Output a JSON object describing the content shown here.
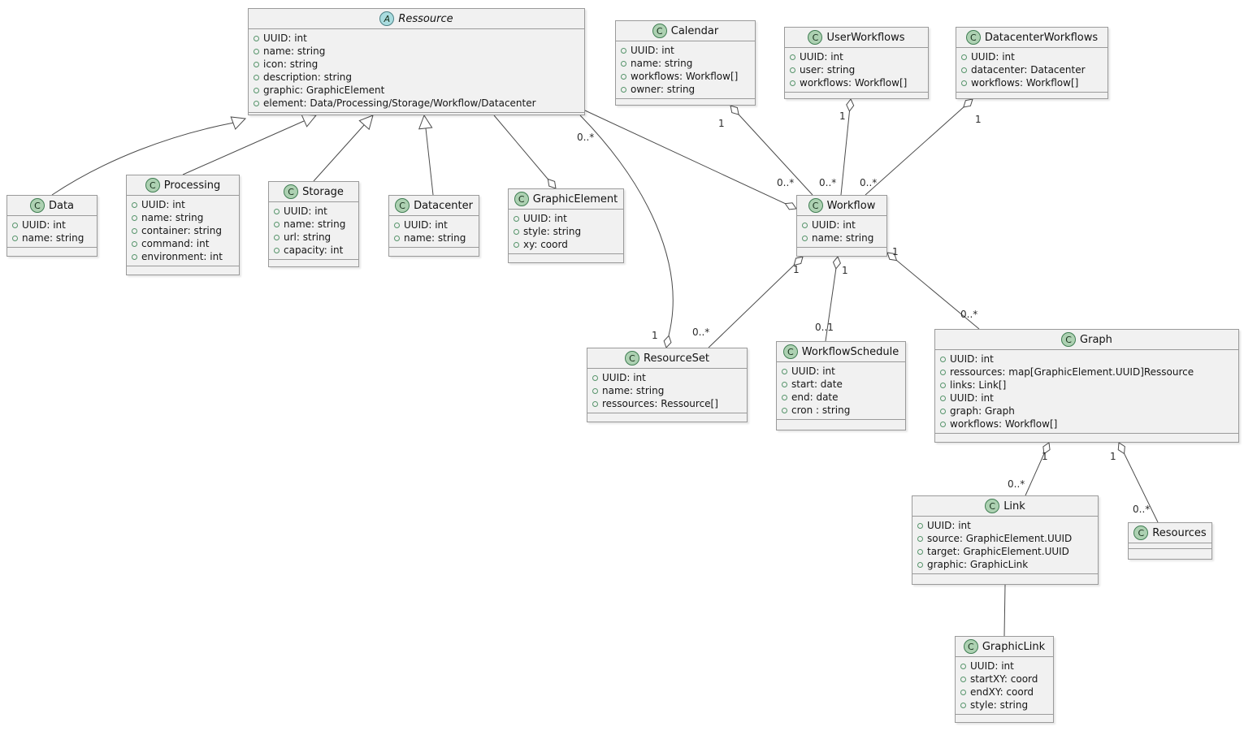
{
  "diagram": {
    "type": "uml-class-diagram",
    "classes": [
      {
        "id": "ressource",
        "stereotype": "abstract",
        "letter": "A",
        "name": "Ressource",
        "attributes": [
          "UUID: int",
          "name: string",
          "icon: string",
          "description: string",
          "graphic: GraphicElement",
          "element: Data/Processing/Storage/Workflow/Datacenter"
        ]
      },
      {
        "id": "calendar",
        "stereotype": "class",
        "letter": "C",
        "name": "Calendar",
        "attributes": [
          "UUID: int",
          "name: string",
          "workflows: Workflow[]",
          "owner: string"
        ]
      },
      {
        "id": "userworkflows",
        "stereotype": "class",
        "letter": "C",
        "name": "UserWorkflows",
        "attributes": [
          "UUID: int",
          "user: string",
          "workflows: Workflow[]"
        ]
      },
      {
        "id": "datacenterworkflows",
        "stereotype": "class",
        "letter": "C",
        "name": "DatacenterWorkflows",
        "attributes": [
          "UUID: int",
          "datacenter: Datacenter",
          "workflows: Workflow[]"
        ]
      },
      {
        "id": "data",
        "stereotype": "class",
        "letter": "C",
        "name": "Data",
        "attributes": [
          "UUID: int",
          "name: string"
        ]
      },
      {
        "id": "processing",
        "stereotype": "class",
        "letter": "C",
        "name": "Processing",
        "attributes": [
          "UUID: int",
          "name: string",
          "container: string",
          "command: int",
          "environment: int"
        ]
      },
      {
        "id": "storage",
        "stereotype": "class",
        "letter": "C",
        "name": "Storage",
        "attributes": [
          "UUID: int",
          "name: string",
          "url: string",
          "capacity: int"
        ]
      },
      {
        "id": "datacenter",
        "stereotype": "class",
        "letter": "C",
        "name": "Datacenter",
        "attributes": [
          "UUID: int",
          "name: string"
        ]
      },
      {
        "id": "graphicelement",
        "stereotype": "class",
        "letter": "C",
        "name": "GraphicElement",
        "attributes": [
          "UUID: int",
          "style: string",
          "xy: coord"
        ]
      },
      {
        "id": "workflow",
        "stereotype": "class",
        "letter": "C",
        "name": "Workflow",
        "attributes": [
          "UUID: int",
          "name: string"
        ]
      },
      {
        "id": "resourceset",
        "stereotype": "class",
        "letter": "C",
        "name": "ResourceSet",
        "attributes": [
          "UUID: int",
          "name: string",
          "ressources: Ressource[]"
        ]
      },
      {
        "id": "workflowschedule",
        "stereotype": "class",
        "letter": "C",
        "name": "WorkflowSchedule",
        "attributes": [
          "UUID: int",
          "start: date",
          "end: date",
          "cron : string"
        ]
      },
      {
        "id": "graph",
        "stereotype": "class",
        "letter": "C",
        "name": "Graph",
        "attributes": [
          "UUID: int",
          "ressources: map[GraphicElement.UUID]Ressource",
          "links: Link[]",
          "UUID: int",
          "graph: Graph",
          "workflows: Workflow[]"
        ]
      },
      {
        "id": "link",
        "stereotype": "class",
        "letter": "C",
        "name": "Link",
        "attributes": [
          "UUID: int",
          "source: GraphicElement.UUID",
          "target: GraphicElement.UUID",
          "graphic: GraphicLink"
        ]
      },
      {
        "id": "resources",
        "stereotype": "class",
        "letter": "C",
        "name": "Resources",
        "attributes": []
      },
      {
        "id": "graphiclink",
        "stereotype": "class",
        "letter": "C",
        "name": "GraphicLink",
        "attributes": [
          "UUID: int",
          "startXY: coord",
          "endXY: coord",
          "style: string"
        ]
      }
    ],
    "edges": [
      {
        "id": "data-ressource",
        "type": "generalization",
        "source": "Data",
        "target": "Ressource"
      },
      {
        "id": "processing-ressource",
        "type": "generalization",
        "source": "Processing",
        "target": "Ressource"
      },
      {
        "id": "storage-ressource",
        "type": "generalization",
        "source": "Storage",
        "target": "Ressource"
      },
      {
        "id": "datacenter-ressource",
        "type": "generalization",
        "source": "Datacenter",
        "target": "Ressource"
      },
      {
        "id": "graphicelement-ressource",
        "type": "aggregation",
        "source": "GraphicElement",
        "target": "Ressource",
        "diamond_end": "source"
      },
      {
        "id": "calendar-workflow",
        "type": "aggregation",
        "source": "Calendar",
        "target": "Workflow",
        "diamond_end": "source",
        "sourceLabel": "1",
        "targetLabel": "0..*"
      },
      {
        "id": "userworkflows-workflow",
        "type": "aggregation",
        "source": "UserWorkflows",
        "target": "Workflow",
        "diamond_end": "source",
        "sourceLabel": "1",
        "targetLabel": "0..*"
      },
      {
        "id": "datacenterworkflows-workflow",
        "type": "aggregation",
        "source": "DatacenterWorkflows",
        "target": "Workflow",
        "diamond_end": "source",
        "sourceLabel": "1",
        "targetLabel": "0..*"
      },
      {
        "id": "workflow-ressource",
        "type": "aggregation",
        "source": "Workflow",
        "target": "Ressource",
        "diamond_end": "source"
      },
      {
        "id": "resourceset-ressource",
        "type": "aggregation",
        "source": "ResourceSet",
        "target": "Ressource",
        "diamond_end": "source",
        "sourceLabel": "1",
        "targetLabel": "0..*"
      },
      {
        "id": "workflow-resourceset",
        "type": "aggregation",
        "source": "Workflow",
        "target": "ResourceSet",
        "diamond_end": "source",
        "sourceLabel": "1",
        "targetLabel": "0..*"
      },
      {
        "id": "workflow-workflowschedule",
        "type": "aggregation",
        "source": "Workflow",
        "target": "WorkflowSchedule",
        "diamond_end": "source",
        "sourceLabel": "1",
        "targetLabel": "0..1"
      },
      {
        "id": "workflow-graph",
        "type": "aggregation",
        "source": "Workflow",
        "target": "Graph",
        "diamond_end": "source",
        "sourceLabel": "1",
        "targetLabel": "0..*"
      },
      {
        "id": "graph-link",
        "type": "aggregation",
        "source": "Graph",
        "target": "Link",
        "diamond_end": "source",
        "sourceLabel": "1",
        "targetLabel": "0..*"
      },
      {
        "id": "graph-resources",
        "type": "aggregation",
        "source": "Graph",
        "target": "Resources",
        "diamond_end": "source",
        "sourceLabel": "1",
        "targetLabel": "0..*"
      },
      {
        "id": "link-graphiclink",
        "type": "association",
        "source": "Link",
        "target": "GraphicLink"
      }
    ],
    "colors": {
      "box_background": "#F1F1F1",
      "box_border": "#9a9a9a",
      "class_icon": "#ADD1B2",
      "abstract_icon": "#A9DCDF",
      "edge": "#4b4b4b",
      "text": "#161616"
    }
  }
}
